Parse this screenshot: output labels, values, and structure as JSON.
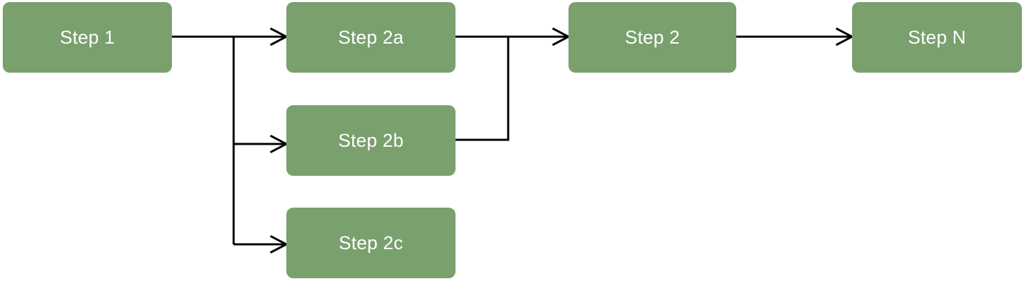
{
  "diagram": {
    "type": "flowchart",
    "direction": "left-to-right",
    "nodes": [
      {
        "id": "step1",
        "label": "Step 1"
      },
      {
        "id": "step2a",
        "label": "Step 2a"
      },
      {
        "id": "step2b",
        "label": "Step 2b"
      },
      {
        "id": "step2c",
        "label": "Step 2c"
      },
      {
        "id": "step2",
        "label": "Step 2"
      },
      {
        "id": "stepN",
        "label": "Step N"
      }
    ],
    "edges": [
      {
        "from": "step1",
        "to": "step2a",
        "arrow": true
      },
      {
        "from": "step1",
        "to": "step2b",
        "arrow": true
      },
      {
        "from": "step1",
        "to": "step2c",
        "arrow": true
      },
      {
        "from": "step2a",
        "to": "step2",
        "arrow": true
      },
      {
        "from": "step2b",
        "to": "step2",
        "arrow": false
      },
      {
        "from": "step2",
        "to": "stepN",
        "arrow": true
      }
    ],
    "colors": {
      "node_fill": "#7aa06e",
      "node_text": "#ffffff",
      "connector": "#000000",
      "background": "#ffffff"
    }
  }
}
